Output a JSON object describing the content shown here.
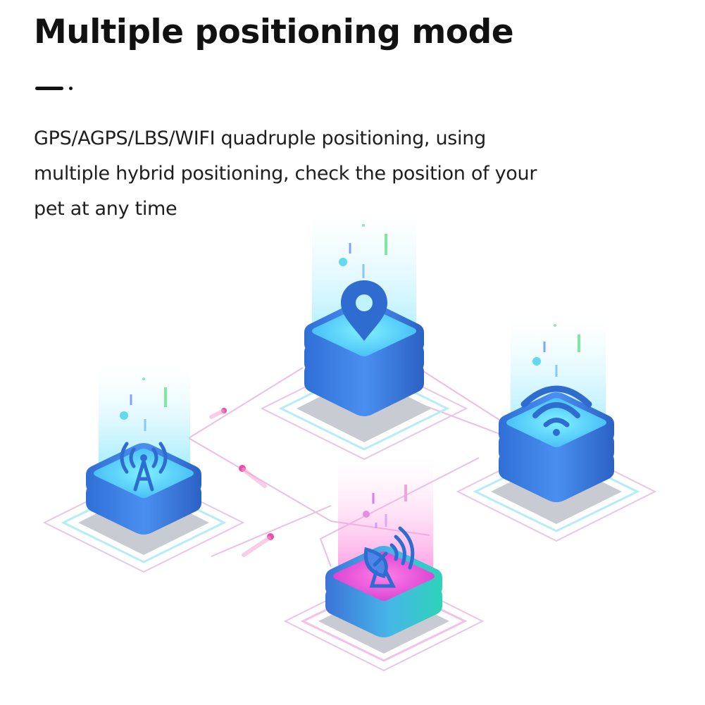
{
  "header": {
    "title": "Multiple positioning mode",
    "description": "GPS/AGPS/LBS/WIFI quadruple positioning, using multiple hybrid positioning, check the position of your pet at any time"
  },
  "illustration": {
    "nodes": [
      {
        "name": "location-pin",
        "icon": "location-pin-icon",
        "accent": "#3d7fe0"
      },
      {
        "name": "wifi",
        "icon": "wifi-icon",
        "accent": "#3d7fe0"
      },
      {
        "name": "cell-tower",
        "icon": "cell-tower-icon",
        "accent": "#3d7fe0"
      },
      {
        "name": "satellite-dish",
        "icon": "satellite-dish-icon",
        "accent": "#e83fc8"
      }
    ],
    "colors": {
      "block_blue": "#3d7fe0",
      "top_cyan": "#5fe0ff",
      "connector_pink": "#e84aa5",
      "platform_gray": "#c9cbd3"
    }
  }
}
